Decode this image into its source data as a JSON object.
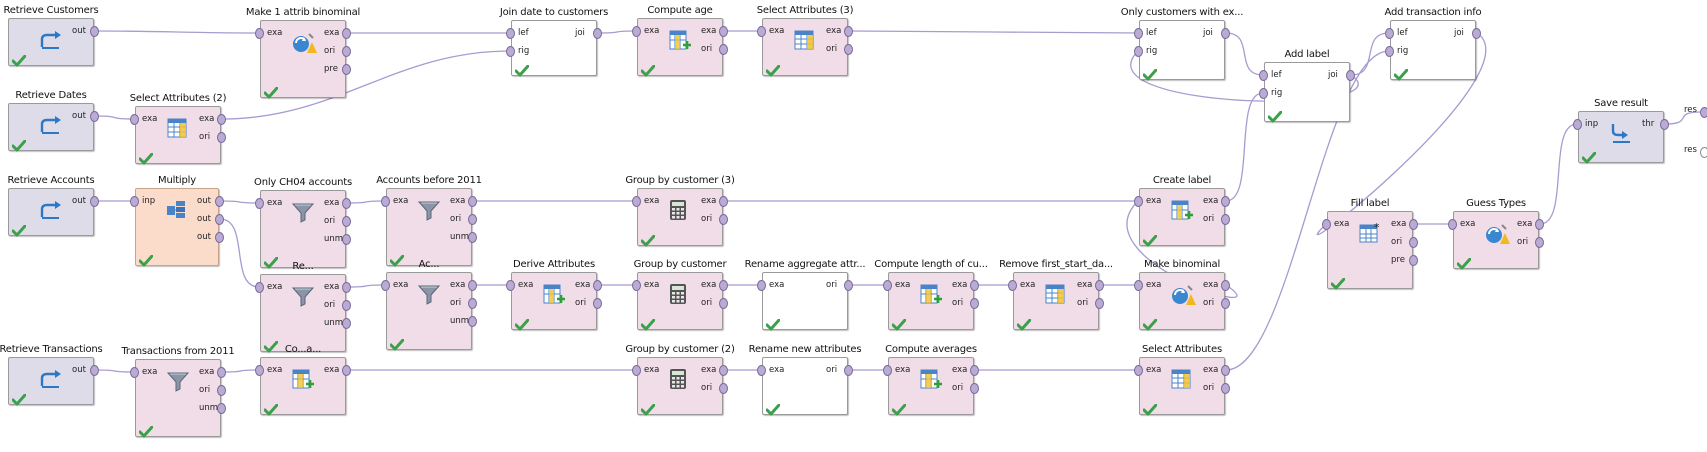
{
  "operators": [
    {
      "id": "retrieve-customers",
      "title": "Retrieve Customers",
      "icon": "retrieve-icon",
      "style": "lav",
      "ins": [],
      "outs": [
        "out"
      ]
    },
    {
      "id": "make-binominal-1",
      "title": "Make 1 attrib binominal",
      "icon": "convert-icon",
      "style": "pink",
      "ins": [
        "exa"
      ],
      "outs": [
        "exa",
        "ori",
        "pre"
      ]
    },
    {
      "id": "join-date",
      "title": "Join date to customers",
      "icon": "",
      "style": "white",
      "ins": [
        "lef",
        "rig"
      ],
      "outs": [
        "joi"
      ]
    },
    {
      "id": "compute-age",
      "title": "Compute age",
      "icon": "generate-attributes-icon",
      "style": "pink",
      "ins": [
        "exa"
      ],
      "outs": [
        "exa",
        "ori"
      ]
    },
    {
      "id": "select-attributes-3",
      "title": "Select Attributes (3)",
      "icon": "table-icon",
      "style": "pink",
      "ins": [
        "exa"
      ],
      "outs": [
        "exa",
        "ori"
      ]
    },
    {
      "id": "only-customers",
      "title": "Only customers with ex...",
      "icon": "",
      "style": "white",
      "ins": [
        "lef",
        "rig"
      ],
      "outs": [
        "joi"
      ]
    },
    {
      "id": "add-label",
      "title": "Add label",
      "icon": "",
      "style": "white",
      "ins": [
        "lef",
        "rig"
      ],
      "outs": [
        "joi"
      ]
    },
    {
      "id": "add-transaction-info",
      "title": "Add transaction info",
      "icon": "",
      "style": "white",
      "ins": [
        "lef",
        "rig"
      ],
      "outs": [
        "joi"
      ]
    },
    {
      "id": "retrieve-dates",
      "title": "Retrieve Dates",
      "icon": "retrieve-icon",
      "style": "lav",
      "ins": [],
      "outs": [
        "out"
      ]
    },
    {
      "id": "select-attributes-2",
      "title": "Select Attributes (2)",
      "icon": "table-icon",
      "style": "pink",
      "ins": [
        "exa"
      ],
      "outs": [
        "exa",
        "ori"
      ]
    },
    {
      "id": "save-result",
      "title": "Save result",
      "icon": "save-icon",
      "style": "lav",
      "ins": [
        "inp"
      ],
      "outs": [
        "thr"
      ]
    },
    {
      "id": "retrieve-accounts",
      "title": "Retrieve Accounts",
      "icon": "retrieve-icon",
      "style": "lav",
      "ins": [],
      "outs": [
        "out"
      ]
    },
    {
      "id": "multiply",
      "title": "Multiply",
      "icon": "multiply-icon",
      "style": "peach",
      "ins": [
        "inp"
      ],
      "outs": [
        "out",
        "out",
        "out"
      ]
    },
    {
      "id": "only-ch04",
      "title": "Only CH04 accounts",
      "icon": "filter-icon",
      "style": "pink",
      "ins": [
        "exa"
      ],
      "outs": [
        "exa",
        "ori",
        "unm"
      ]
    },
    {
      "id": "accounts-before-2011",
      "title": "Accounts before 2011",
      "icon": "filter-icon",
      "style": "pink",
      "ins": [
        "exa"
      ],
      "outs": [
        "exa",
        "ori",
        "unm"
      ]
    },
    {
      "id": "group-by-customer-3",
      "title": "Group by customer (3)",
      "icon": "calculator-icon",
      "style": "pink",
      "ins": [
        "exa"
      ],
      "outs": [
        "exa",
        "ori"
      ]
    },
    {
      "id": "create-label",
      "title": "Create label",
      "icon": "generate-attributes-icon",
      "style": "pink",
      "ins": [
        "exa"
      ],
      "outs": [
        "exa",
        "ori"
      ]
    },
    {
      "id": "fill-label",
      "title": "Fill label",
      "icon": "fill-table-icon",
      "style": "pink",
      "ins": [
        "exa"
      ],
      "outs": [
        "exa",
        "ori",
        "pre"
      ]
    },
    {
      "id": "guess-types",
      "title": "Guess Types",
      "icon": "convert-icon",
      "style": "pink",
      "ins": [
        "exa"
      ],
      "outs": [
        "exa",
        "ori"
      ]
    },
    {
      "id": "re-filter",
      "title": "Re...",
      "icon": "filter-icon",
      "style": "pink",
      "ins": [
        "exa"
      ],
      "outs": [
        "exa",
        "ori",
        "unm"
      ]
    },
    {
      "id": "ac-filter",
      "title": "Ac...",
      "icon": "filter-icon",
      "style": "pink",
      "ins": [
        "exa"
      ],
      "outs": [
        "exa",
        "ori",
        "unm"
      ]
    },
    {
      "id": "derive-attributes",
      "title": "Derive Attributes",
      "icon": "generate-attributes-icon",
      "style": "pink",
      "ins": [
        "exa"
      ],
      "outs": [
        "exa",
        "ori"
      ]
    },
    {
      "id": "group-by-customer",
      "title": "Group by customer",
      "icon": "calculator-icon",
      "style": "pink",
      "ins": [
        "exa"
      ],
      "outs": [
        "exa",
        "ori"
      ]
    },
    {
      "id": "rename-aggregate",
      "title": "Rename aggregate attr...",
      "icon": "",
      "style": "white",
      "ins": [
        "exa"
      ],
      "outs": [
        "ori"
      ]
    },
    {
      "id": "compute-length",
      "title": "Compute length of cu...",
      "icon": "generate-attributes-icon",
      "style": "pink",
      "ins": [
        "exa"
      ],
      "outs": [
        "exa",
        "ori"
      ]
    },
    {
      "id": "remove-first-start",
      "title": "Remove first_start_da...",
      "icon": "table-icon",
      "style": "pink",
      "ins": [
        "exa"
      ],
      "outs": [
        "exa",
        "ori"
      ]
    },
    {
      "id": "make-binominal",
      "title": "Make binominal",
      "icon": "convert-icon",
      "style": "pink",
      "ins": [
        "exa"
      ],
      "outs": [
        "exa",
        "ori"
      ]
    },
    {
      "id": "retrieve-transactions",
      "title": "Retrieve Transactions",
      "icon": "retrieve-icon",
      "style": "lav",
      "ins": [],
      "outs": [
        "out"
      ]
    },
    {
      "id": "transactions-from-2011",
      "title": "Transactions from 2011",
      "icon": "filter-icon",
      "style": "pink",
      "ins": [
        "exa"
      ],
      "outs": [
        "exa",
        "ori",
        "unm"
      ]
    },
    {
      "id": "co-generate",
      "title": "Co...a...",
      "icon": "generate-attributes-icon",
      "style": "pink",
      "ins": [
        "exa"
      ],
      "outs": [
        "exa"
      ]
    },
    {
      "id": "group-by-customer-2",
      "title": "Group by customer (2)",
      "icon": "calculator-icon",
      "style": "pink",
      "ins": [
        "exa"
      ],
      "outs": [
        "exa",
        "ori"
      ]
    },
    {
      "id": "rename-new-attributes",
      "title": "Rename new attributes",
      "icon": "",
      "style": "white",
      "ins": [
        "exa"
      ],
      "outs": [
        "ori"
      ]
    },
    {
      "id": "compute-averages",
      "title": "Compute averages",
      "icon": "generate-attributes-icon",
      "style": "pink",
      "ins": [
        "exa"
      ],
      "outs": [
        "exa",
        "ori"
      ]
    },
    {
      "id": "select-attributes",
      "title": "Select Attributes",
      "icon": "table-icon",
      "style": "pink",
      "ins": [
        "exa"
      ],
      "outs": [
        "exa",
        "ori"
      ]
    }
  ],
  "result_ports": [
    "res",
    "res"
  ],
  "colors": {
    "wire": "#a79bd0",
    "check": "#3aa14a",
    "port": "#b9abd3"
  }
}
